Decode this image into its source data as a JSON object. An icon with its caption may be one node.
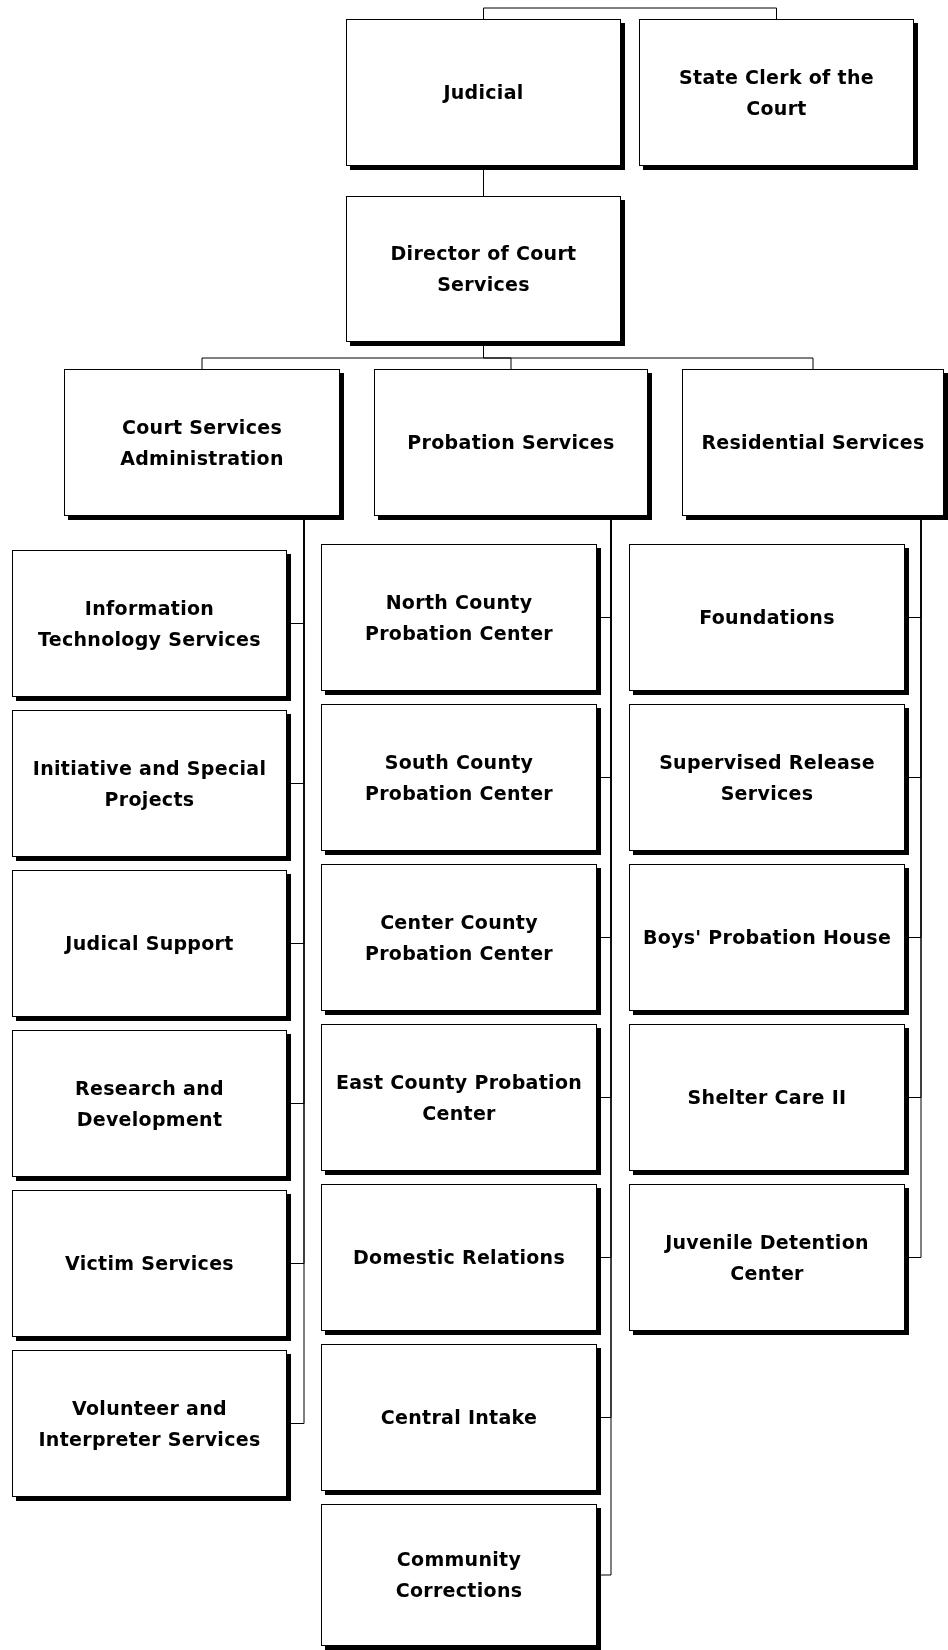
{
  "diagram": {
    "nodes": [
      {
        "text": [
          "Judicial"
        ]
      },
      {
        "text": [
          "State Clerk of the Court"
        ]
      },
      {
        "text": [
          "Director of Court Services"
        ]
      },
      {
        "text": [
          "Court Services Administration"
        ]
      },
      {
        "text": [
          "Probation Services"
        ]
      },
      {
        "text": [
          "Residential Services"
        ]
      },
      {
        "text": [
          "Information Technology Services"
        ]
      },
      {
        "text": [
          "Initiative and Special Projects"
        ]
      },
      {
        "text": [
          "Judical Support"
        ]
      },
      {
        "text": [
          "Research and Development"
        ]
      },
      {
        "text": [
          "Victim Services"
        ]
      },
      {
        "text": [
          "Volunteer and Interpreter Services"
        ]
      },
      {
        "text": [
          "North County Probation Center"
        ]
      },
      {
        "text": [
          "South County Probation Center"
        ]
      },
      {
        "text": [
          "Center County Probation Center"
        ]
      },
      {
        "text": [
          "East County Probation Center"
        ]
      },
      {
        "text": [
          "Domestic Relations"
        ]
      },
      {
        "text": [
          "Central Intake"
        ]
      },
      {
        "text": [
          "Community Corrections"
        ]
      },
      {
        "text": [
          "Foundations"
        ]
      },
      {
        "text": [
          "Supervised Release Services"
        ]
      },
      {
        "text": [
          "Boys' Probation House"
        ]
      },
      {
        "text": [
          "Shelter Care II"
        ]
      },
      {
        "text": [
          "Juvenile Detention Center"
        ]
      }
    ],
    "edges": [
      {
        "from": 0,
        "to": 1,
        "arrow": "none"
      },
      {
        "from": 0,
        "to": 2,
        "arrow": "none"
      },
      {
        "from": 2,
        "to": 3,
        "arrow": "none"
      },
      {
        "from": 2,
        "to": 4,
        "arrow": "none"
      },
      {
        "from": 2,
        "to": 5,
        "arrow": "none"
      },
      {
        "from": 3,
        "to": 6,
        "arrow": "none"
      },
      {
        "from": 3,
        "to": 7,
        "arrow": "none"
      },
      {
        "from": 3,
        "to": 8,
        "arrow": "none"
      },
      {
        "from": 3,
        "to": 9,
        "arrow": "none"
      },
      {
        "from": 3,
        "to": 10,
        "arrow": "none"
      },
      {
        "from": 3,
        "to": 11,
        "arrow": "none"
      },
      {
        "from": 4,
        "to": 12,
        "arrow": "none"
      },
      {
        "from": 4,
        "to": 13,
        "arrow": "none"
      },
      {
        "from": 4,
        "to": 14,
        "arrow": "none"
      },
      {
        "from": 4,
        "to": 15,
        "arrow": "none"
      },
      {
        "from": 4,
        "to": 16,
        "arrow": "none"
      },
      {
        "from": 4,
        "to": 17,
        "arrow": "none"
      },
      {
        "from": 4,
        "to": 18,
        "arrow": "none"
      },
      {
        "from": 5,
        "to": 19,
        "arrow": "none"
      },
      {
        "from": 5,
        "to": 20,
        "arrow": "none"
      },
      {
        "from": 5,
        "to": 21,
        "arrow": "none"
      },
      {
        "from": 5,
        "to": 22,
        "arrow": "none"
      },
      {
        "from": 5,
        "to": 23,
        "arrow": "none"
      }
    ]
  }
}
